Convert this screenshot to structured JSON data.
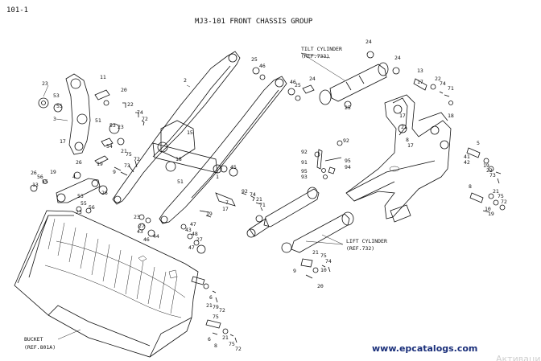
{
  "header": {
    "page_number": "101-1",
    "title": "MJ3-101   FRONT CHASSIS GROUP"
  },
  "references": {
    "tilt_cylinder": {
      "label": "TILT CYLINDER",
      "ref": "(REF.733)"
    },
    "lift_cylinder": {
      "label": "LIFT CYLINDER",
      "ref": "(REF.732)"
    },
    "bucket": {
      "label": "BUCKET",
      "ref": "(REF.801A)"
    }
  },
  "callouts": [
    "1",
    "2",
    "3",
    "4",
    "5",
    "6",
    "7",
    "8",
    "9",
    "10",
    "13",
    "15",
    "17",
    "18",
    "19",
    "20",
    "21",
    "22",
    "23",
    "24",
    "25",
    "26",
    "27",
    "43",
    "44",
    "45",
    "46",
    "47",
    "48",
    "51",
    "53",
    "54",
    "55",
    "56",
    "71",
    "72",
    "73",
    "74",
    "75",
    "79",
    "91",
    "92",
    "93",
    "94",
    "95"
  ],
  "watermark": {
    "site": "www.epcatalogs.com",
    "faded": "Активация Win"
  },
  "colors": {
    "line": "#111111",
    "watermark": "#1a2f7a"
  }
}
